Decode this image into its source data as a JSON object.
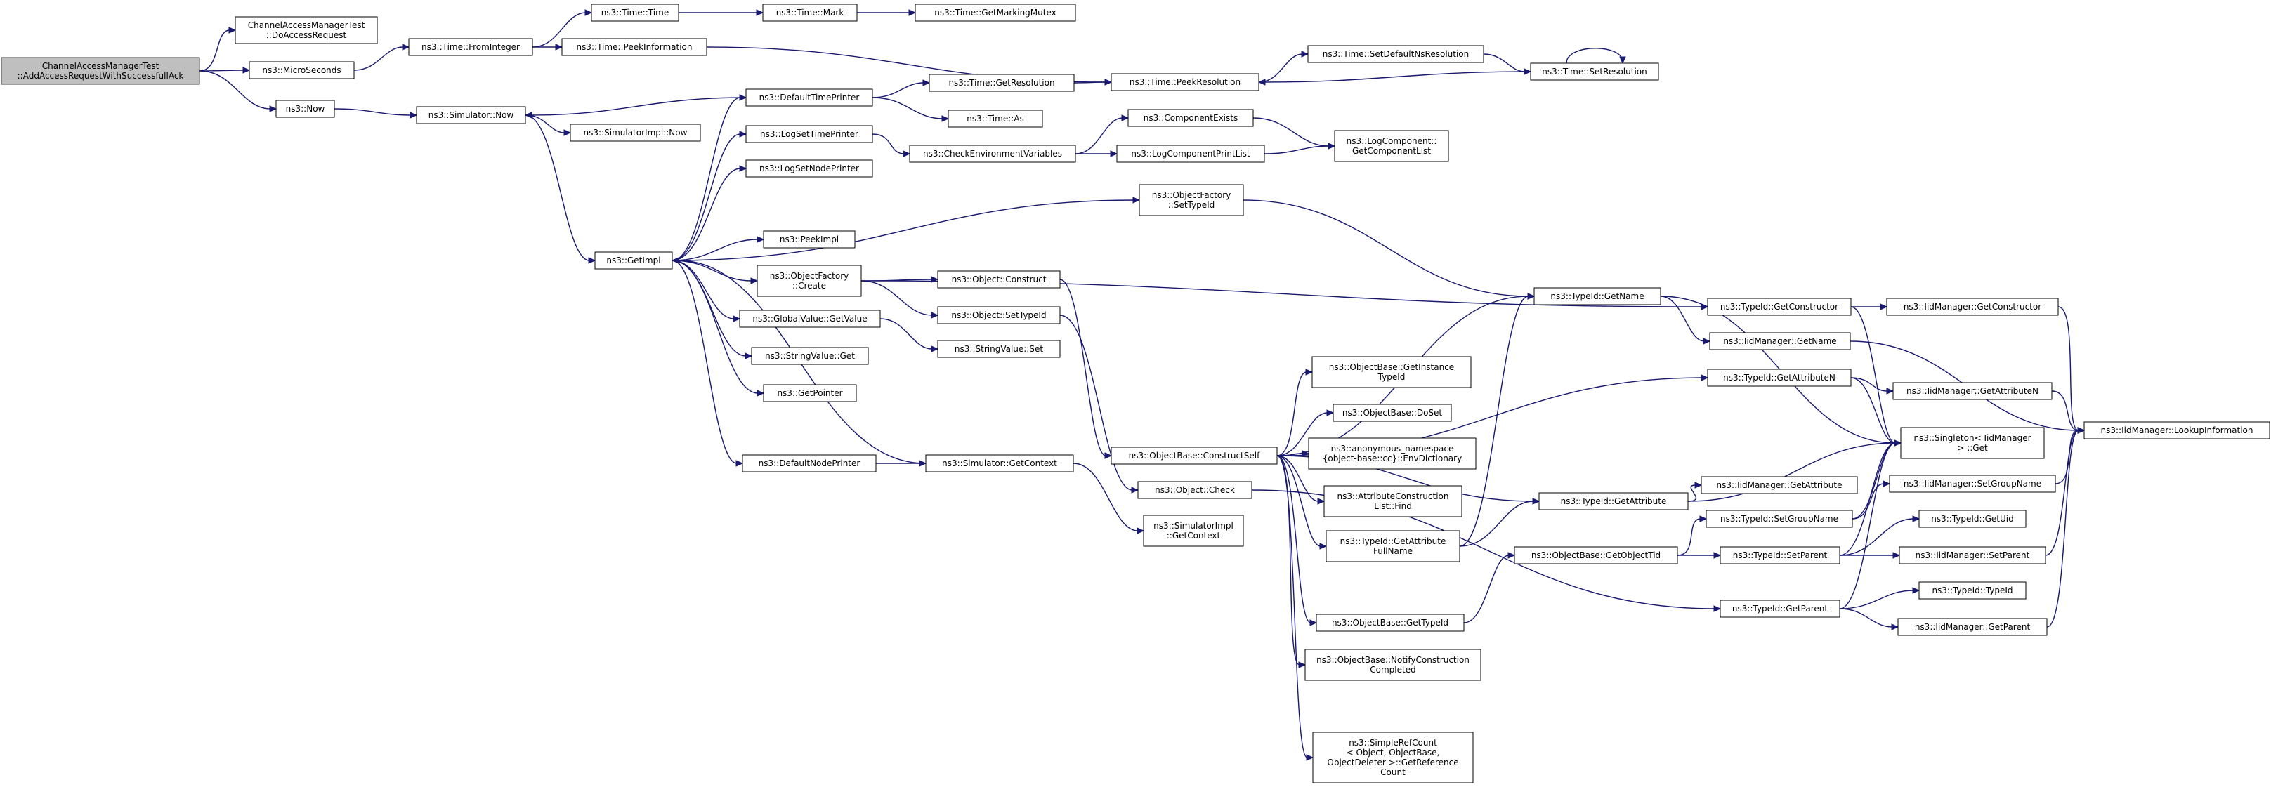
{
  "diagram": {
    "type": "call-graph",
    "colors": {
      "edge": "#191970",
      "root_fill": "#bfbfbf",
      "node_fill": "#ffffff",
      "border": "#000000"
    },
    "nodes": [
      {
        "id": "root",
        "lines": [
          "ChannelAccessManagerTest",
          "::AddAccessRequestWithSuccessfullAck"
        ],
        "root": true
      },
      {
        "id": "doAccess",
        "lines": [
          "ChannelAccessManagerTest",
          "::DoAccessRequest"
        ]
      },
      {
        "id": "micro",
        "lines": [
          "ns3::MicroSeconds"
        ]
      },
      {
        "id": "now",
        "lines": [
          "ns3::Now"
        ]
      },
      {
        "id": "fromInt",
        "lines": [
          "ns3::Time::FromInteger"
        ]
      },
      {
        "id": "time",
        "lines": [
          "ns3::Time::Time"
        ]
      },
      {
        "id": "mark",
        "lines": [
          "ns3::Time::Mark"
        ]
      },
      {
        "id": "markMutex",
        "lines": [
          "ns3::Time::GetMarkingMutex"
        ]
      },
      {
        "id": "peekInfo",
        "lines": [
          "ns3::Time::PeekInformation"
        ]
      },
      {
        "id": "peekRes",
        "lines": [
          "ns3::Time::PeekResolution"
        ]
      },
      {
        "id": "setDefNs",
        "lines": [
          "ns3::Time::SetDefaultNsResolution"
        ]
      },
      {
        "id": "setRes",
        "lines": [
          "ns3::Time::SetResolution"
        ]
      },
      {
        "id": "simNow",
        "lines": [
          "ns3::Simulator::Now"
        ]
      },
      {
        "id": "simImplNow",
        "lines": [
          "ns3::SimulatorImpl::Now"
        ]
      },
      {
        "id": "defTimePr",
        "lines": [
          "ns3::DefaultTimePrinter"
        ]
      },
      {
        "id": "getRes",
        "lines": [
          "ns3::Time::GetResolution"
        ]
      },
      {
        "id": "timeAs",
        "lines": [
          "ns3::Time::As"
        ]
      },
      {
        "id": "logSetTime",
        "lines": [
          "ns3::LogSetTimePrinter"
        ]
      },
      {
        "id": "checkEnv",
        "lines": [
          "ns3::CheckEnvironmentVariables"
        ]
      },
      {
        "id": "compExists",
        "lines": [
          "ns3::ComponentExists"
        ]
      },
      {
        "id": "logCompPrint",
        "lines": [
          "ns3::LogComponentPrintList"
        ]
      },
      {
        "id": "getCompList",
        "lines": [
          "ns3::LogComponent::",
          "GetComponentList"
        ]
      },
      {
        "id": "logSetNode",
        "lines": [
          "ns3::LogSetNodePrinter"
        ]
      },
      {
        "id": "objFactSet",
        "lines": [
          "ns3::ObjectFactory",
          "::SetTypeId"
        ]
      },
      {
        "id": "getImpl",
        "lines": [
          "ns3::GetImpl"
        ]
      },
      {
        "id": "peekImpl",
        "lines": [
          "ns3::PeekImpl"
        ]
      },
      {
        "id": "objFactCreate",
        "lines": [
          "ns3::ObjectFactory",
          "::Create"
        ]
      },
      {
        "id": "objConstruct",
        "lines": [
          "ns3::Object::Construct"
        ]
      },
      {
        "id": "objSetTypeId",
        "lines": [
          "ns3::Object::SetTypeId"
        ]
      },
      {
        "id": "gvGetValue",
        "lines": [
          "ns3::GlobalValue::GetValue"
        ]
      },
      {
        "id": "svSet",
        "lines": [
          "ns3::StringValue::Set"
        ]
      },
      {
        "id": "svGet",
        "lines": [
          "ns3::StringValue::Get"
        ]
      },
      {
        "id": "getPointer",
        "lines": [
          "ns3::GetPointer"
        ]
      },
      {
        "id": "defNodePr",
        "lines": [
          "ns3::DefaultNodePrinter"
        ]
      },
      {
        "id": "simGetCtx",
        "lines": [
          "ns3::Simulator::GetContext"
        ]
      },
      {
        "id": "simImplGetCtx",
        "lines": [
          "ns3::SimulatorImpl",
          "::GetContext"
        ]
      },
      {
        "id": "objCheck",
        "lines": [
          "ns3::Object::Check"
        ]
      },
      {
        "id": "constructSelf",
        "lines": [
          "ns3::ObjectBase::ConstructSelf"
        ]
      },
      {
        "id": "getInstTid",
        "lines": [
          "ns3::ObjectBase::GetInstance",
          "TypeId"
        ]
      },
      {
        "id": "doSet",
        "lines": [
          "ns3::ObjectBase::DoSet"
        ]
      },
      {
        "id": "envDict",
        "lines": [
          "ns3::anonymous_namespace",
          "{object-base::cc}::EnvDictionary"
        ]
      },
      {
        "id": "attrConsFind",
        "lines": [
          "ns3::AttributeConstruction",
          "List::Find"
        ]
      },
      {
        "id": "tidGetAttrFull",
        "lines": [
          "ns3::TypeId::GetAttribute",
          "FullName"
        ]
      },
      {
        "id": "obGetTypeId",
        "lines": [
          "ns3::ObjectBase::GetTypeId"
        ]
      },
      {
        "id": "notifyCons",
        "lines": [
          "ns3::ObjectBase::NotifyConstruction",
          "Completed"
        ]
      },
      {
        "id": "simpleRef",
        "lines": [
          "ns3::SimpleRefCount",
          "< Object, ObjectBase,",
          "ObjectDeleter >::GetReference",
          "Count"
        ]
      },
      {
        "id": "tidGetName",
        "lines": [
          "ns3::TypeId::GetName"
        ]
      },
      {
        "id": "tidGetAttr",
        "lines": [
          "ns3::TypeId::GetAttribute"
        ]
      },
      {
        "id": "obGetObjTid",
        "lines": [
          "ns3::ObjectBase::GetObjectTid"
        ]
      },
      {
        "id": "tidGetCons",
        "lines": [
          "ns3::TypeId::GetConstructor"
        ]
      },
      {
        "id": "iidGetName",
        "lines": [
          "ns3::IidManager::GetName"
        ]
      },
      {
        "id": "tidGetAttrN",
        "lines": [
          "ns3::TypeId::GetAttributeN"
        ]
      },
      {
        "id": "iidGetAttr",
        "lines": [
          "ns3::IidManager::GetAttribute"
        ]
      },
      {
        "id": "tidSetGroup",
        "lines": [
          "ns3::TypeId::SetGroupName"
        ]
      },
      {
        "id": "tidSetParent",
        "lines": [
          "ns3::TypeId::SetParent"
        ]
      },
      {
        "id": "tidGetParent",
        "lines": [
          "ns3::TypeId::GetParent"
        ]
      },
      {
        "id": "iidGetCons",
        "lines": [
          "ns3::IidManager::GetConstructor"
        ]
      },
      {
        "id": "iidGetAttrN",
        "lines": [
          "ns3::IidManager::GetAttributeN"
        ]
      },
      {
        "id": "singleton",
        "lines": [
          "ns3::Singleton< IidManager",
          "> ::Get"
        ]
      },
      {
        "id": "iidSetGroup",
        "lines": [
          "ns3::IidManager::SetGroupName"
        ]
      },
      {
        "id": "tidGetUid",
        "lines": [
          "ns3::TypeId::GetUid"
        ]
      },
      {
        "id": "iidSetParent",
        "lines": [
          "ns3::IidManager::SetParent"
        ]
      },
      {
        "id": "tidTypeId",
        "lines": [
          "ns3::TypeId::TypeId"
        ]
      },
      {
        "id": "iidGetParent",
        "lines": [
          "ns3::IidManager::GetParent"
        ]
      },
      {
        "id": "iidLookup",
        "lines": [
          "ns3::IidManager::LookupInformation"
        ]
      }
    ],
    "edges": [
      [
        "root",
        "doAccess"
      ],
      [
        "root",
        "micro"
      ],
      [
        "root",
        "now"
      ],
      [
        "micro",
        "fromInt"
      ],
      [
        "fromInt",
        "time"
      ],
      [
        "fromInt",
        "peekInfo"
      ],
      [
        "time",
        "mark"
      ],
      [
        "mark",
        "markMutex"
      ],
      [
        "peekInfo",
        "peekRes"
      ],
      [
        "peekRes",
        "setDefNs"
      ],
      [
        "setDefNs",
        "setRes"
      ],
      [
        "setRes",
        "setRes"
      ],
      [
        "setRes",
        "peekRes"
      ],
      [
        "now",
        "simNow"
      ],
      [
        "simNow",
        "simImplNow"
      ],
      [
        "simNow",
        "getImpl"
      ],
      [
        "defTimePr",
        "simNow"
      ],
      [
        "defTimePr",
        "getRes"
      ],
      [
        "defTimePr",
        "timeAs"
      ],
      [
        "getRes",
        "peekRes"
      ],
      [
        "getImpl",
        "defTimePr"
      ],
      [
        "getImpl",
        "logSetTime"
      ],
      [
        "getImpl",
        "logSetNode"
      ],
      [
        "getImpl",
        "objFactSet"
      ],
      [
        "getImpl",
        "peekImpl"
      ],
      [
        "getImpl",
        "objFactCreate"
      ],
      [
        "getImpl",
        "gvGetValue"
      ],
      [
        "getImpl",
        "svGet"
      ],
      [
        "getImpl",
        "getPointer"
      ],
      [
        "getImpl",
        "defNodePr"
      ],
      [
        "simGetCtx",
        "getImpl"
      ],
      [
        "logSetTime",
        "checkEnv"
      ],
      [
        "checkEnv",
        "compExists"
      ],
      [
        "checkEnv",
        "logCompPrint"
      ],
      [
        "compExists",
        "getCompList"
      ],
      [
        "logCompPrint",
        "getCompList"
      ],
      [
        "objFactSet",
        "tidGetName"
      ],
      [
        "objFactCreate",
        "objConstruct"
      ],
      [
        "objFactCreate",
        "objSetTypeId"
      ],
      [
        "objFactCreate",
        "tidGetCons"
      ],
      [
        "gvGetValue",
        "svSet"
      ],
      [
        "defNodePr",
        "simGetCtx"
      ],
      [
        "simGetCtx",
        "simImplGetCtx"
      ],
      [
        "objConstruct",
        "constructSelf"
      ],
      [
        "objSetTypeId",
        "objCheck"
      ],
      [
        "objCheck",
        "tidGetParent"
      ],
      [
        "constructSelf",
        "tidGetName"
      ],
      [
        "constructSelf",
        "tidGetAttrN"
      ],
      [
        "constructSelf",
        "getInstTid"
      ],
      [
        "constructSelf",
        "doSet"
      ],
      [
        "constructSelf",
        "envDict"
      ],
      [
        "constructSelf",
        "attrConsFind"
      ],
      [
        "constructSelf",
        "tidGetAttrFull"
      ],
      [
        "constructSelf",
        "tidGetAttr"
      ],
      [
        "constructSelf",
        "obGetTypeId"
      ],
      [
        "constructSelf",
        "notifyCons"
      ],
      [
        "constructSelf",
        "simpleRef"
      ],
      [
        "tidGetAttrFull",
        "tidGetName"
      ],
      [
        "tidGetAttrFull",
        "tidGetAttr"
      ],
      [
        "obGetTypeId",
        "obGetObjTid"
      ],
      [
        "obGetObjTid",
        "tidSetGroup"
      ],
      [
        "obGetObjTid",
        "tidSetParent"
      ],
      [
        "tidGetName",
        "iidGetName"
      ],
      [
        "tidGetName",
        "singleton"
      ],
      [
        "tidGetCons",
        "iidGetCons"
      ],
      [
        "tidGetCons",
        "singleton"
      ],
      [
        "iidGetName",
        "iidLookup"
      ],
      [
        "tidGetAttrN",
        "iidGetAttrN"
      ],
      [
        "tidGetAttrN",
        "singleton"
      ],
      [
        "tidGetAttr",
        "iidGetAttr"
      ],
      [
        "tidGetAttr",
        "singleton"
      ],
      [
        "tidSetGroup",
        "iidSetGroup"
      ],
      [
        "tidSetGroup",
        "singleton"
      ],
      [
        "tidSetParent",
        "tidGetUid"
      ],
      [
        "tidSetParent",
        "iidSetParent"
      ],
      [
        "tidSetParent",
        "singleton"
      ],
      [
        "tidGetParent",
        "tidTypeId"
      ],
      [
        "tidGetParent",
        "iidGetParent"
      ],
      [
        "tidGetParent",
        "singleton"
      ],
      [
        "iidGetCons",
        "iidLookup"
      ],
      [
        "iidGetAttrN",
        "iidLookup"
      ],
      [
        "iidSetGroup",
        "iidLookup"
      ],
      [
        "iidSetParent",
        "iidLookup"
      ],
      [
        "iidGetParent",
        "iidLookup"
      ]
    ]
  }
}
